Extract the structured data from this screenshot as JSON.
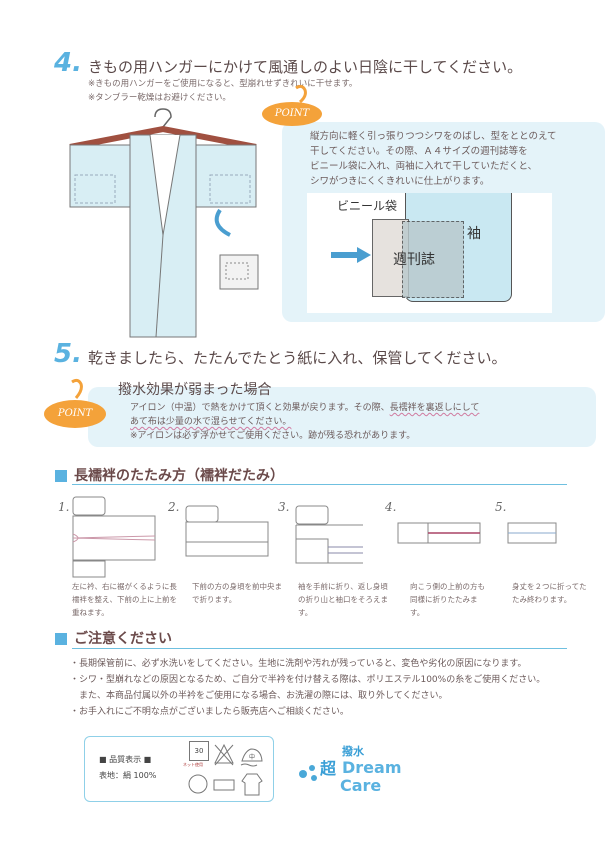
{
  "step4": {
    "number": "4.",
    "title": "きもの用ハンガーにかけて風通しのよい日陰に干してください。",
    "notes": [
      "※きもの用ハンガーをご使用になると、型崩れせずきれいに干せます。",
      "※タンブラー乾燥はお避けください。"
    ],
    "point_badge": "POINT",
    "point_text": [
      "縦方向に軽く引っ張りつつシワをのばし、型をととのえて",
      "干してください。その際、Ａ４サイズの週刊誌等を",
      "ビニール袋に入れ、両袖に入れて干していただくと、",
      "シワがつきにくくきれいに仕上がります。"
    ],
    "diagram_labels": {
      "bag": "ビニール袋",
      "magazine": "週刊誌",
      "sleeve": "袖"
    }
  },
  "step5": {
    "number": "5.",
    "title": "乾きましたら、たたんでたとう紙に入れ、保管してください。",
    "point_badge": "POINT",
    "point_heading": "撥水効果が弱まった場合",
    "point_line1_a": "アイロン（中温）で熱をかけて頂くと効果が戻ります。その際、",
    "point_line1_b": "長襦袢を裏返しにして",
    "point_line2": "あて布は少量の水で湿らせてください。",
    "point_note": "※アイロンは必ず浮かせてご使用ください。跡が残る恐れがあります。"
  },
  "folding": {
    "heading": "長襦袢のたたみ方（襦袢だたみ）",
    "steps": [
      {
        "num": "1.",
        "text": "左に衿、右に裾がくるように長襦袢を整え、下前の上に上前を重ねます。"
      },
      {
        "num": "2.",
        "text": "下前の方の身頃を前中央まで折ります。"
      },
      {
        "num": "3.",
        "text": "袖を手前に折り、返し身頃の折り山と袖口をそろえます。"
      },
      {
        "num": "4.",
        "text": "向こう側の上前の方も同様に折りたたみます。"
      },
      {
        "num": "5.",
        "text": "身丈を２つに折ってたたみ終わります。"
      }
    ]
  },
  "caution": {
    "heading": "ご注意ください",
    "items": [
      "・長期保管前に、必ず水洗いをしてください。生地に洗剤や汚れが残っていると、変色や劣化の原因になります。",
      "・シワ・型崩れなどの原因となるため、ご自分で半衿を付け替える際は、ポリエステル100%の糸をご使用ください。",
      "　また、本商品付属以外の半衿をご使用になる場合、お洗濯の際には、取り外してください。",
      "・お手入れにご不明な点がございましたら販売店へご相談ください。"
    ]
  },
  "quality_label": {
    "heading": "■ 品質表示 ■",
    "material": "表地：絹 100%",
    "care_icons": [
      "wash-30-net-icon",
      "no-bleach-icon",
      "iron-medium-icon",
      "dry-clean-icon",
      "no-tumble-icon",
      "hang-dry-icon"
    ],
    "wash_temp": "30",
    "net_text": "ネット使用",
    "iron_text": "中"
  },
  "logo": {
    "line1": "撥水",
    "kanji": "超",
    "line2": "Dream",
    "line3": "Care"
  },
  "colors": {
    "accent_blue": "#5ab2e0",
    "point_orange": "#f4a23a",
    "box_bg": "#e4f3f9"
  }
}
